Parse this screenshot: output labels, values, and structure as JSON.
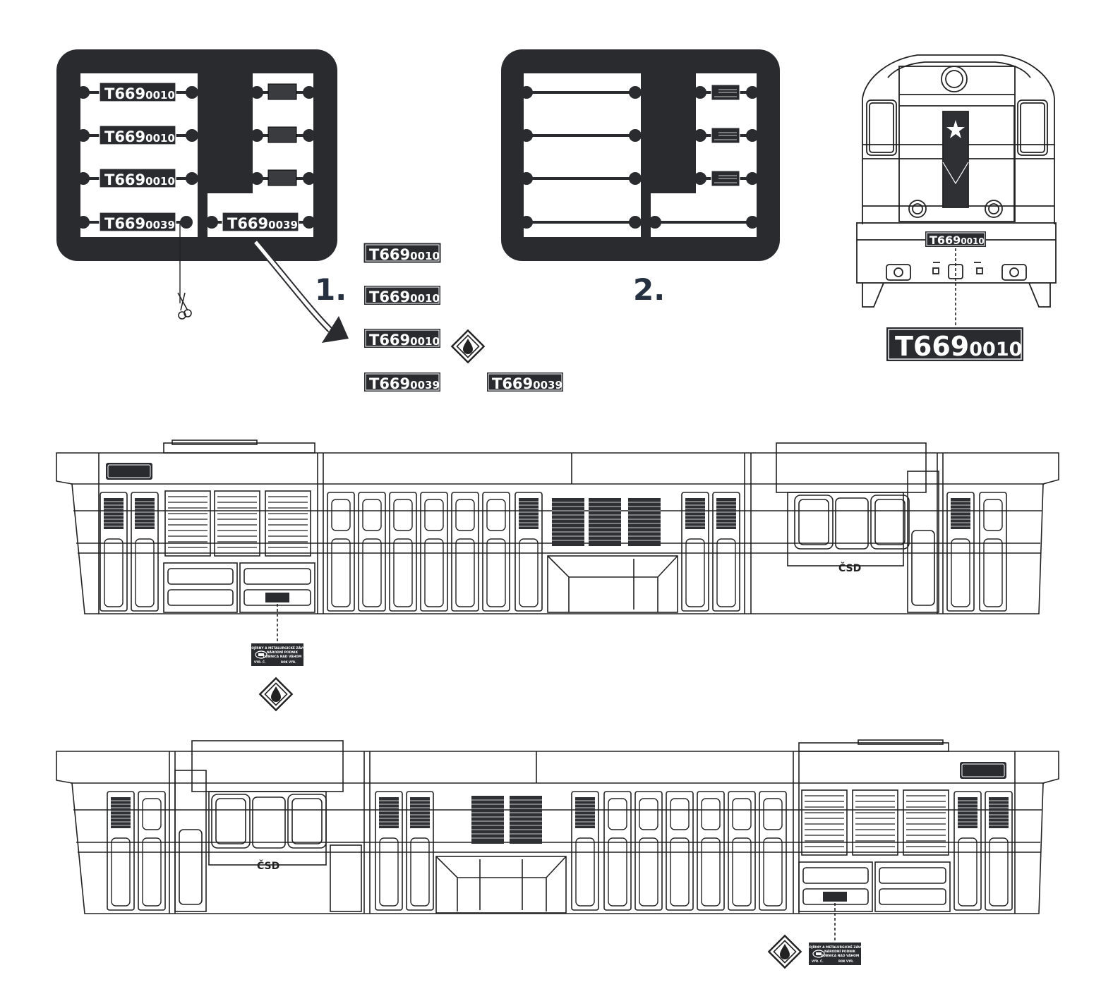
{
  "steps": {
    "one": "1.",
    "two": "2."
  },
  "plate": {
    "prefix": "T669",
    "num_a": "0010",
    "num_b": "0039"
  },
  "maker_plate": {
    "line1": "STROJÍRNY A METALURGICKÉ ZÁVODY",
    "line2": "NÁRODNÍ PODNIK",
    "line3": "DUBNICA NAD VÁHOM",
    "line4a": "VÝR. Č.",
    "line4b": "ROK VÝR."
  },
  "logo": {
    "csd": "ČSD"
  },
  "icons": [
    "water-drop-icon",
    "scissors-icon",
    "arrow-icon"
  ],
  "colors": {
    "sheet": "#2a2b2f",
    "outline": "#222222",
    "step": "#253040"
  }
}
